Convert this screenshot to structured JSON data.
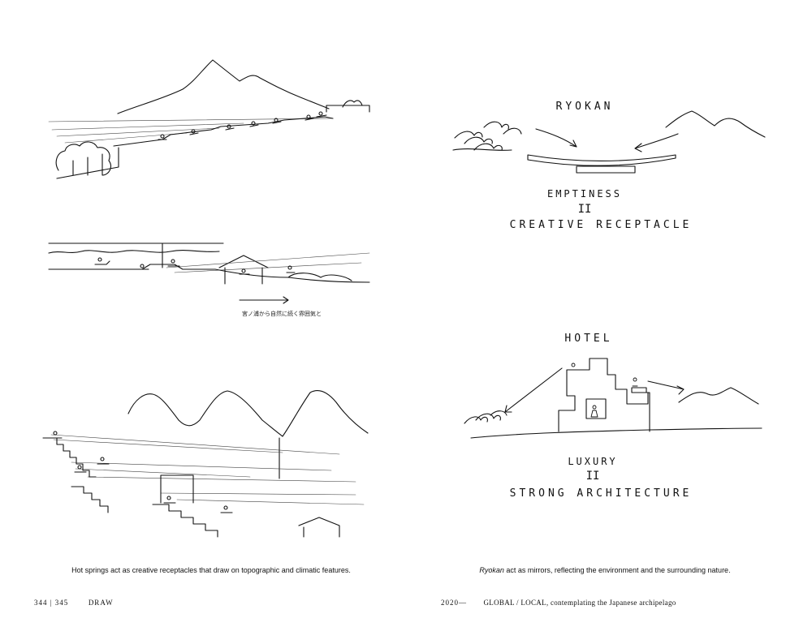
{
  "left_page": {
    "jp_note": "宮ノ浦から自然に続く雰囲気と",
    "caption": "Hot springs act as creative receptacles that draw on topographic and climatic features.",
    "folio": {
      "pages": "344 | 345",
      "section": "DRAW"
    }
  },
  "right_page": {
    "ryokan": {
      "title": "RYOKAN",
      "term": "EMPTINESS",
      "equals": "II",
      "result": "CREATIVE RECEPTACLE"
    },
    "hotel": {
      "title": "HOTEL",
      "term": "LUXURY",
      "equals": "II",
      "result": "STRONG ARCHITECTURE"
    },
    "caption_italic": "Ryokan",
    "caption_rest": " act as mirrors, reflecting the environment and the surrounding nature.",
    "folio": {
      "year": "2020—",
      "title": "GLOBAL / LOCAL, contemplating the Japanese archipelago"
    }
  },
  "icons": [
    "mountain-sketch",
    "wave-sketch",
    "arrow-sketch",
    "bather-figure-sketch"
  ]
}
